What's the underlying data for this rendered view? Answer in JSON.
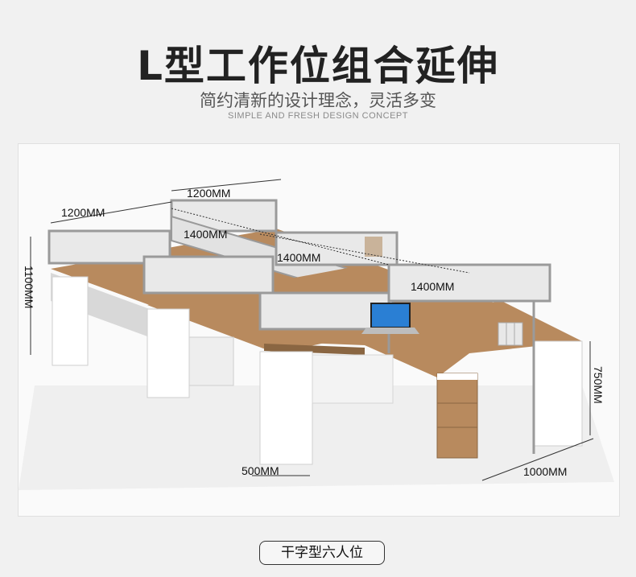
{
  "header": {
    "title": "L型工作位组合延伸",
    "subtitle": "简约清新的设计理念，灵活多变",
    "subtitle_en": "SIMPLE AND FRESH DESIGN CONCEPT"
  },
  "dimensions": {
    "top_width_left": "1200MM",
    "top_width_right": "1200MM",
    "depth_1": "1400MM",
    "depth_2": "1400MM",
    "depth_3": "1400MM",
    "height_total": "1100MM",
    "desk_height": "750MM",
    "bottom_left": "500MM",
    "bottom_right": "1000MM"
  },
  "caption": "干字型六人位",
  "colors": {
    "wood": "#b88a5e",
    "cabinet": "#ffffff",
    "frame": "#9a9a9a"
  }
}
